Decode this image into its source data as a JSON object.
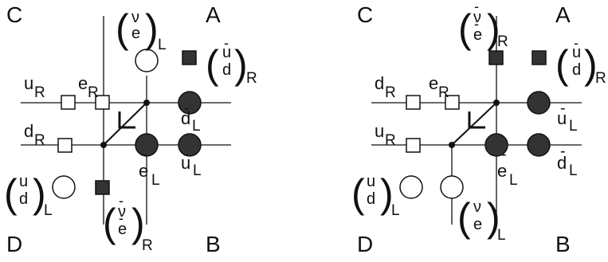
{
  "colors": {
    "ink": "#111111",
    "filled": "#333333",
    "open": "#ffffff"
  },
  "panels": [
    {
      "corners": {
        "top_left": "C",
        "top_right": "A",
        "bottom_left": "D",
        "bottom_right": "B"
      },
      "labels": {
        "u_R": {
          "main": "u",
          "sub": "R"
        },
        "e_R": {
          "main": "e",
          "sub": "R"
        },
        "d_R": {
          "main": "d",
          "sub": "R"
        },
        "dbar_L": {
          "bar": "-",
          "main": "d",
          "sub": "L"
        },
        "ubar_L": {
          "bar": "-",
          "main": "u",
          "sub": "L"
        },
        "ebar_L": {
          "bar": "-",
          "main": "e",
          "sub": "L"
        },
        "doublet_top": {
          "upper": "ν",
          "lower": "e",
          "sub": "L"
        },
        "doublet_right": {
          "upper": "u",
          "lower": "d",
          "sub": "R",
          "bar": "-"
        },
        "doublet_left": {
          "upper": "u",
          "lower": "d",
          "sub": "L"
        },
        "doublet_bottom": {
          "upper": "ν",
          "lower": "e",
          "sub": "R",
          "bar": "-"
        }
      }
    },
    {
      "corners": {
        "top_left": "C",
        "top_right": "A",
        "bottom_left": "D",
        "bottom_right": "B"
      },
      "labels": {
        "d_R": {
          "main": "d",
          "sub": "R"
        },
        "e_R": {
          "main": "e",
          "sub": "R"
        },
        "u_R": {
          "main": "u",
          "sub": "R"
        },
        "ubar_L": {
          "bar": "-",
          "main": "u",
          "sub": "L"
        },
        "dbar_L": {
          "bar": "-",
          "main": "d",
          "sub": "L"
        },
        "ebar_L": {
          "bar": "-",
          "main": "e",
          "sub": "L"
        },
        "doublet_top": {
          "upper": "ν",
          "lower": "e",
          "sub": "R",
          "bar": "-"
        },
        "doublet_right": {
          "upper": "u",
          "lower": "d",
          "sub": "R",
          "bar": "-"
        },
        "doublet_left": {
          "upper": "u",
          "lower": "d",
          "sub": "L"
        },
        "doublet_bottom": {
          "upper": "ν",
          "lower": "e",
          "sub": "L"
        }
      }
    }
  ]
}
